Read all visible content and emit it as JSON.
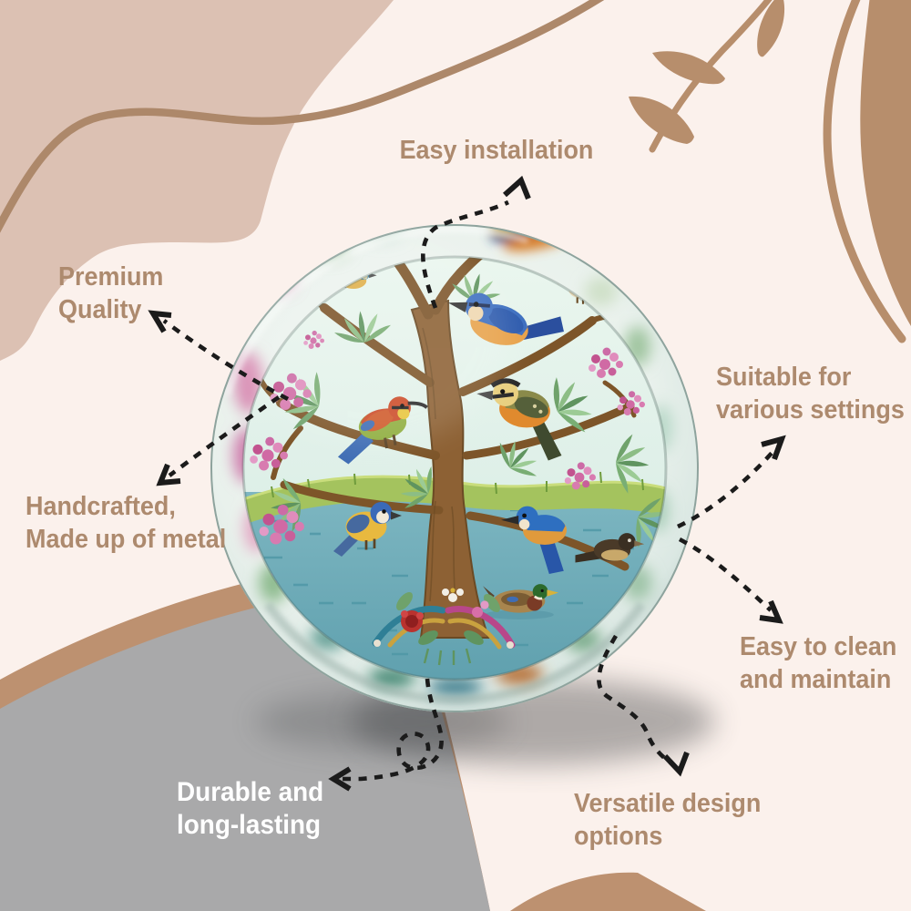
{
  "page": {
    "type": "product-feature-infographic",
    "product_illustration": "round-metal-wall-plate-tree-of-life-with-birds"
  },
  "callouts": {
    "easy_installation": {
      "label": "Easy installation"
    },
    "premium_quality": {
      "line1": "Premium",
      "line2": "Quality"
    },
    "suitable_settings": {
      "line1": "Suitable for",
      "line2": "various settings"
    },
    "handcrafted": {
      "line1": "Handcrafted,",
      "line2": "Made up of metal"
    },
    "easy_clean": {
      "line1": "Easy to clean",
      "line2": "and maintain"
    },
    "durable": {
      "line1": "Durable and",
      "line2": "long-lasting"
    },
    "versatile": {
      "line1": "Versatile design",
      "line2": "options"
    }
  },
  "colors": {
    "background": "#fbf1ec",
    "label_text": "#ad8a6e",
    "label_text_on_gray": "#ffffff",
    "arrow": "#1b1b1b",
    "blob_rose": "#dcc1b3",
    "blob_tan": "#b78e6c",
    "blob_gray": "#a9a9aa",
    "band_tan": "#bd9170",
    "plate_sky": "#e2f1e9",
    "plate_water": "#74b0bc",
    "plate_grass": "#a4c35e",
    "plate_trunk": "#8d6134",
    "plate_blossom": "#d06aa4"
  }
}
